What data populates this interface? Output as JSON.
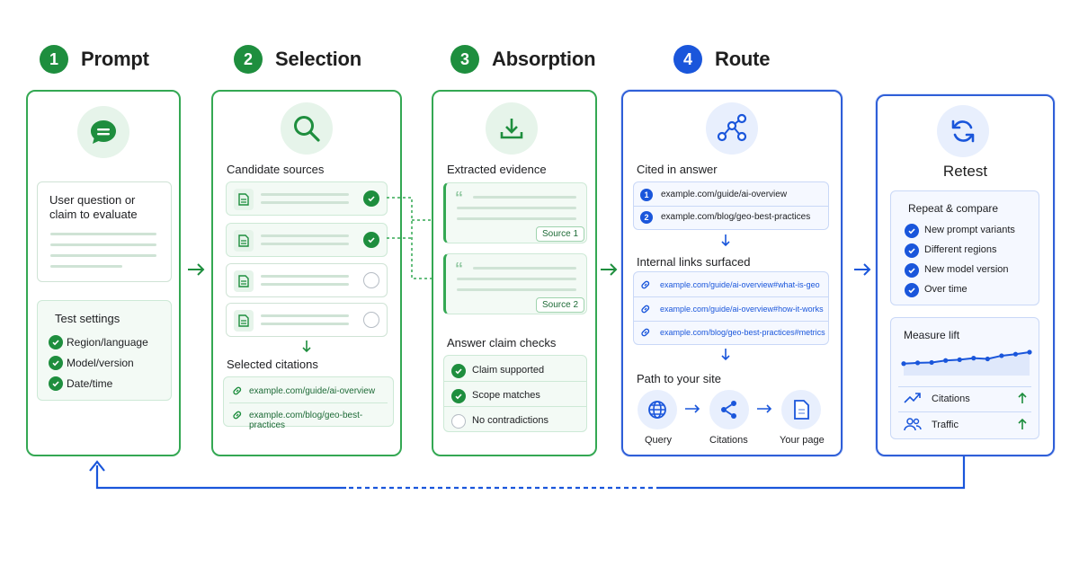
{
  "steps": [
    {
      "num": "1",
      "title": "Prompt"
    },
    {
      "num": "2",
      "title": "Selection"
    },
    {
      "num": "3",
      "title": "Absorption"
    },
    {
      "num": "4",
      "title": "Route"
    }
  ],
  "prompt": {
    "question_card": "User question or claim to evaluate",
    "settings_title": "Test settings",
    "settings": [
      "Region/language",
      "Model/version",
      "Date/time"
    ]
  },
  "selection": {
    "candidate_title": "Candidate sources",
    "selected_title": "Selected citations",
    "citations": [
      "example.com/guide/ai-overview",
      "example.com/blog/geo-best-practices"
    ]
  },
  "absorption": {
    "evidence_title": "Extracted evidence",
    "sources": [
      "Source 1",
      "Source 2"
    ],
    "checks_title": "Answer claim checks",
    "checks": [
      "Claim supported",
      "Scope matches",
      "No contradictions"
    ]
  },
  "route": {
    "cited_title": "Cited in answer",
    "cited": [
      {
        "n": "1",
        "url": "example.com/guide/ai-overview"
      },
      {
        "n": "2",
        "url": "example.com/blog/geo-best-practices"
      }
    ],
    "links_title": "Internal links surfaced",
    "links": [
      "example.com/guide/ai-overview#what-is-geo",
      "example.com/guide/ai-overview#how-it-works",
      "example.com/blog/geo-best-practices#metrics"
    ],
    "path_title": "Path to your site",
    "path": [
      "Query",
      "Citations",
      "Your page"
    ]
  },
  "retest": {
    "title": "Retest",
    "repeat_title": "Repeat & compare",
    "repeat_items": [
      "New prompt variants",
      "Different regions",
      "New model version",
      "Over time"
    ],
    "measure_title": "Measure lift",
    "lift_series": [
      0.42,
      0.46,
      0.48,
      0.58,
      0.62,
      0.7,
      0.66,
      0.82,
      0.9,
      1.0
    ],
    "metrics": [
      "Citations",
      "Traffic"
    ]
  },
  "colors": {
    "green": "#1e8e3e",
    "blue": "#1a56db"
  }
}
